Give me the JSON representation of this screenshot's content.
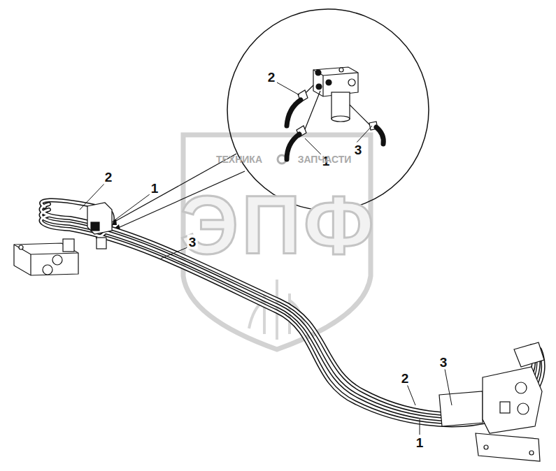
{
  "diagram": {
    "labels": [
      "2",
      "3",
      "1",
      "ТЕХНИКА",
      "ЗАПЧАСТИ",
      "ЭПФ",
      "2",
      "1",
      "3",
      "3",
      "2",
      "1"
    ]
  }
}
